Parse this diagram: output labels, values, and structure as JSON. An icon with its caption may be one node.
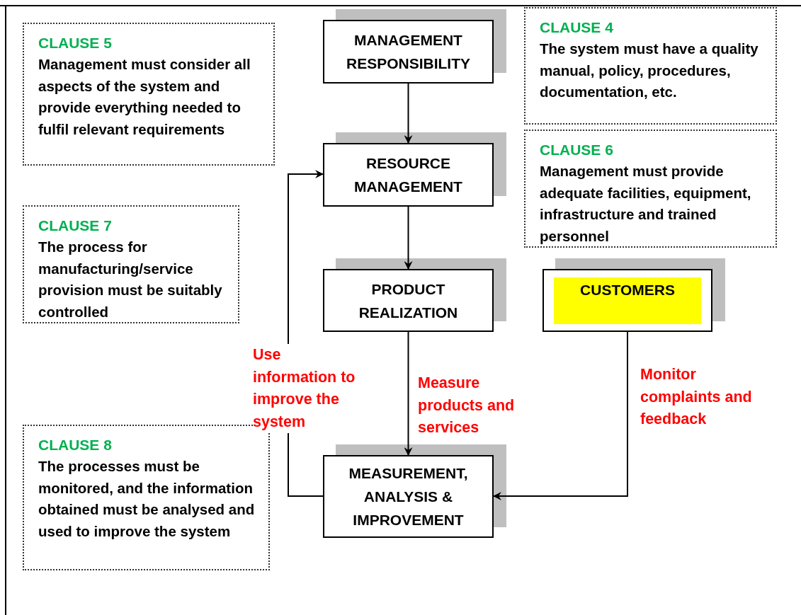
{
  "diagram": {
    "nodes": [
      {
        "text": [
          "MANAGEMENT RESPONSIBILITY"
        ]
      },
      {
        "text": [
          "RESOURCE MANAGEMENT"
        ]
      },
      {
        "text": [
          "PRODUCT REALIZATION"
        ]
      },
      {
        "text": [
          "CUSTOMERS"
        ]
      },
      {
        "text": [
          "MEASUREMENT, ANALYSIS & IMPROVEMENT"
        ]
      },
      {
        "text": [
          "CLAUSE 5",
          "Management must consider all aspects of the system and provide everything needed to fulfil relevant requirements"
        ]
      },
      {
        "text": [
          "CLAUSE 4",
          "The system must have a quality manual, policy, procedures, documentation, etc."
        ]
      },
      {
        "text": [
          "CLAUSE 6",
          "Management must provide adequate facilities, equipment, infrastructure and trained personnel"
        ]
      },
      {
        "text": [
          "CLAUSE 7",
          "The process for manufacturing/service provision must be suitably controlled"
        ]
      },
      {
        "text": [
          "CLAUSE 8",
          "The processes must be monitored, and the information obtained must be analysed and used to improve the system"
        ]
      }
    ],
    "edges": [
      {
        "from": 0,
        "to": 1,
        "arrow": "to"
      },
      {
        "from": 1,
        "to": 2,
        "arrow": "to"
      },
      {
        "from": 2,
        "to": 4,
        "arrow": "to",
        "label": "Measure products and services"
      },
      {
        "from": 3,
        "to": 4,
        "arrow": "to",
        "label": "Monitor complaints and feedback"
      },
      {
        "from": 4,
        "to": 1,
        "arrow": "to",
        "label": "Use information to improve the system"
      }
    ]
  }
}
